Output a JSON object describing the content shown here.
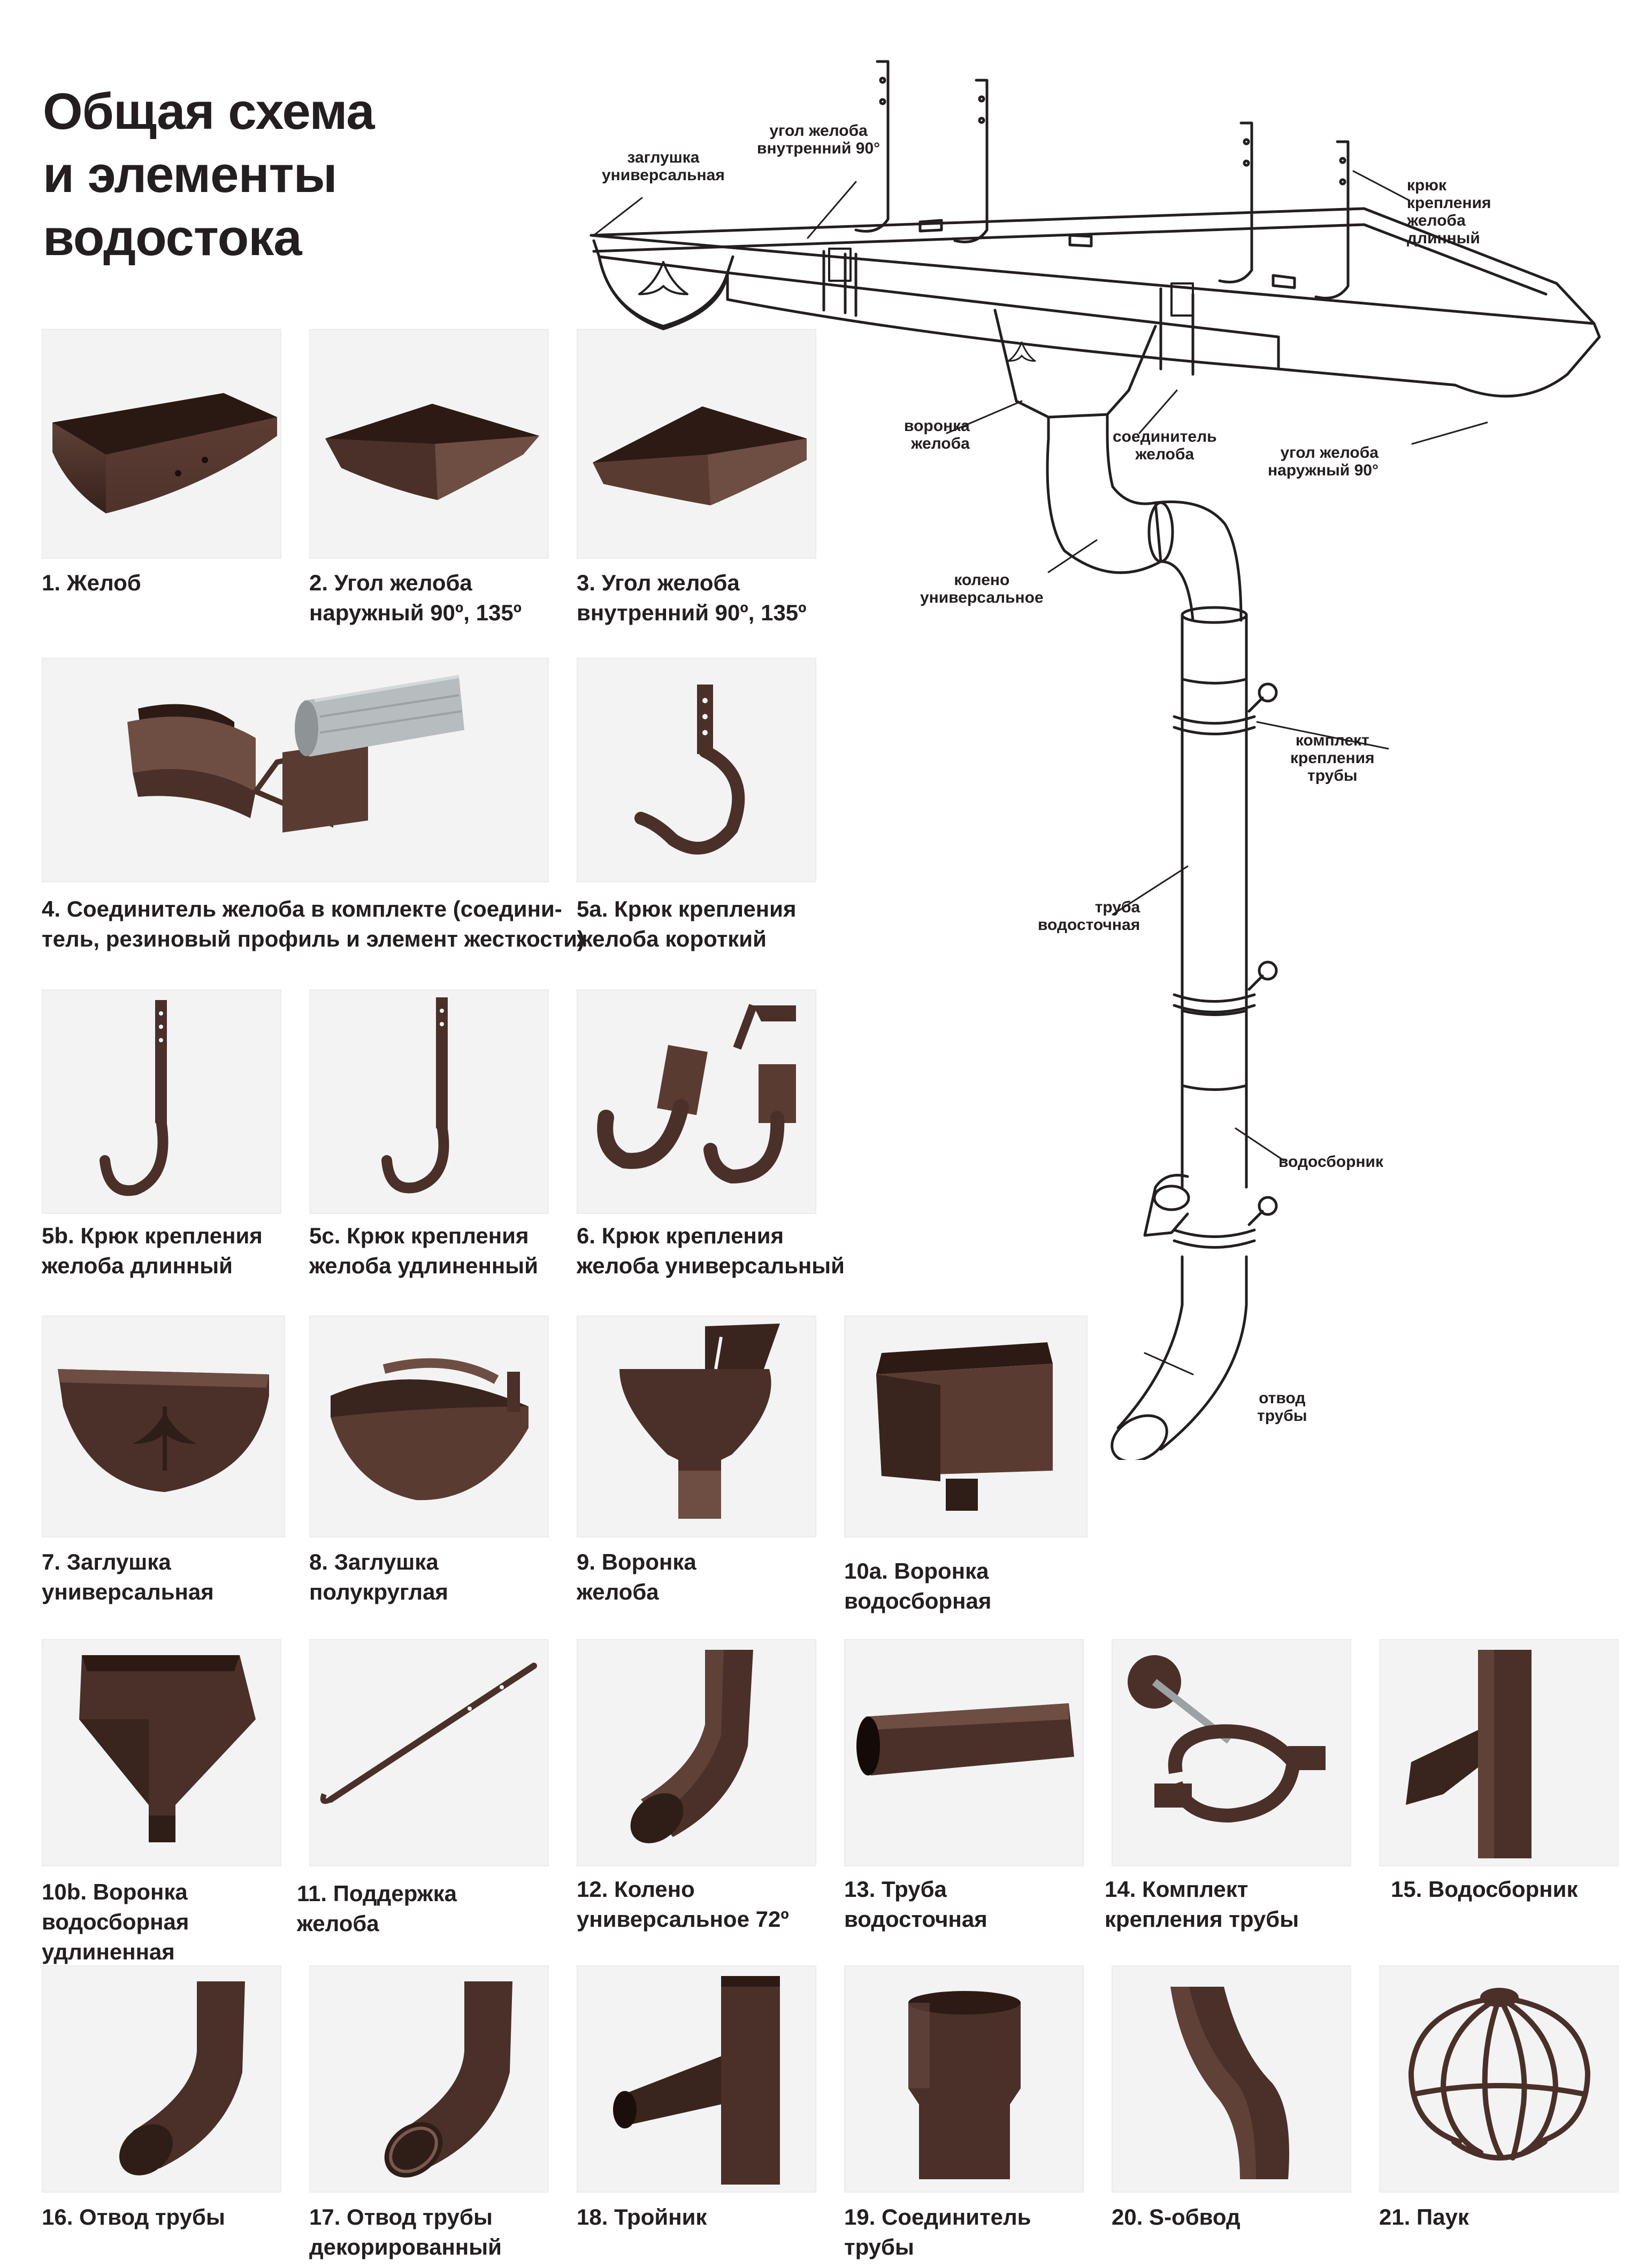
{
  "title": {
    "lines": [
      "Общая схема",
      "и элементы",
      "водостока"
    ]
  },
  "colors": {
    "product_brown": "#4a3029",
    "product_shadow": "#2f1d18",
    "product_highlight": "#7a5a50",
    "card_bg": "#f3f3f3",
    "text": "#231f20",
    "diagram_line": "#231f20"
  },
  "diagram": {
    "labels": {
      "cap_universal": [
        "заглушка",
        "универсальная"
      ],
      "inner_corner": [
        "угол желоба",
        "внутренний 90°"
      ],
      "hook_long": [
        "крюк",
        "крепления",
        "желоба",
        "длинный"
      ],
      "funnel": [
        "воронка",
        "желоба"
      ],
      "connector": [
        "соединитель",
        "желоба"
      ],
      "outer_corner": [
        "угол желоба",
        "наружный 90°"
      ],
      "elbow": [
        "колено",
        "универсальное"
      ],
      "pipe_clamp": [
        "комплект",
        "крепления",
        "трубы"
      ],
      "pipe": [
        "труба",
        "водосточная"
      ],
      "collector": [
        "водосборник"
      ],
      "outlet": [
        "отвод",
        "трубы"
      ]
    }
  },
  "items": [
    {
      "icon": "gutter-icon",
      "caption": [
        "1. Желоб"
      ]
    },
    {
      "icon": "gutter-outer-corner-icon",
      "caption": [
        "2. Угол желоба",
        "наружный 90º, 135º"
      ]
    },
    {
      "icon": "gutter-inner-corner-icon",
      "caption": [
        "3. Угол желоба",
        "внутренний 90º, 135º"
      ]
    },
    {
      "icon": "gutter-connector-kit-icon",
      "caption": [
        "4. Соединитель желоба в комплекте (соедини-",
        "тель, резиновый профиль и элемент жесткости)"
      ]
    },
    {
      "icon": "short-hook-icon",
      "caption": [
        "5a. Крюк крепления",
        "желоба короткий"
      ]
    },
    {
      "icon": "long-hook-icon",
      "caption": [
        "5b. Крюк крепления",
        "желоба длинный"
      ]
    },
    {
      "icon": "extended-hook-icon",
      "caption": [
        "5c. Крюк крепления",
        "желоба удлиненный"
      ]
    },
    {
      "icon": "universal-hook-icon",
      "caption": [
        "6. Крюк крепления",
        "желоба универсальный"
      ]
    },
    {
      "icon": "universal-end-cap-icon",
      "caption": [
        "7. Заглушка",
        "универсальная"
      ]
    },
    {
      "icon": "semicircular-end-cap-icon",
      "caption": [
        "8. Заглушка",
        "полукруглая"
      ]
    },
    {
      "icon": "gutter-funnel-icon",
      "caption": [
        "9. Воронка",
        "желоба"
      ]
    },
    {
      "icon": "collector-funnel-icon",
      "caption": [
        "10a. Воронка",
        "водосборная"
      ]
    },
    {
      "icon": "extended-collector-funnel-icon",
      "caption": [
        "10b. Воронка",
        "водосборная",
        "удлиненная"
      ]
    },
    {
      "icon": "gutter-support-icon",
      "caption": [
        "11. Поддержка",
        "желоба"
      ]
    },
    {
      "icon": "elbow-72-icon",
      "caption": [
        "12. Колено",
        "универсальное 72º"
      ]
    },
    {
      "icon": "downpipe-icon",
      "caption": [
        "13. Труба",
        "водосточная"
      ]
    },
    {
      "icon": "pipe-clamp-kit-icon",
      "caption": [
        "14. Комплект",
        "крепления трубы"
      ]
    },
    {
      "icon": "water-collector-icon",
      "caption": [
        "15. Водосборник"
      ]
    },
    {
      "icon": "pipe-outlet-icon",
      "caption": [
        "16. Отвод трубы"
      ]
    },
    {
      "icon": "decorative-pipe-outlet-icon",
      "caption": [
        "17. Отвод трубы",
        "декорированный"
      ]
    },
    {
      "icon": "tee-icon",
      "caption": [
        "18. Тройник"
      ]
    },
    {
      "icon": "pipe-connector-icon",
      "caption": [
        "19. Соединитель",
        "трубы"
      ]
    },
    {
      "icon": "s-bend-icon",
      "caption": [
        "20. S-обвод"
      ]
    },
    {
      "icon": "leaf-guard-spider-icon",
      "caption": [
        "21. Паук"
      ]
    }
  ]
}
